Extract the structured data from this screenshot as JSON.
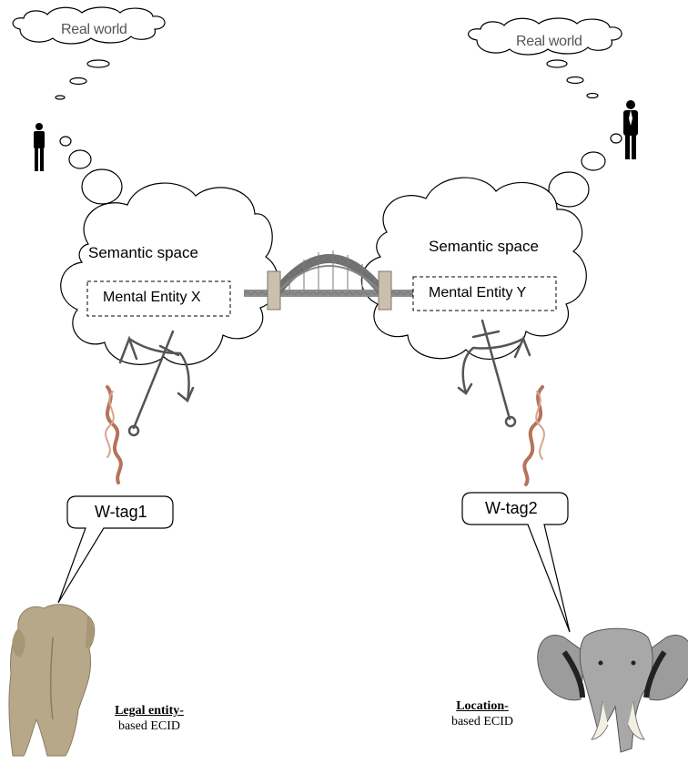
{
  "left": {
    "thought_label": "Real world",
    "semantic_label": "Semantic space",
    "entity_label": "Mental Entity X",
    "tag_label": "W-tag1",
    "caption_bold": "Legal entity",
    "caption_bold_suffix": "-",
    "caption_rest": "based ECID"
  },
  "right": {
    "thought_label": "Real world",
    "semantic_label": "Semantic space",
    "entity_label": "Mental Entity Y",
    "tag_label": "W-tag2",
    "caption_bold": "Location",
    "caption_bold_suffix": "-",
    "caption_rest": "based ECID"
  },
  "colors": {
    "outline": "#000000",
    "cloud_fill": "#ffffff",
    "rope": "#b5735a",
    "bridge": "#6f6f6f",
    "elephant_back": "#b7a88a",
    "elephant_front": "#9c9c9c"
  },
  "icons": [
    "person-icon",
    "anchor-icon",
    "rope-icon",
    "bridge-icon",
    "elephant-back-icon",
    "elephant-front-icon"
  ]
}
